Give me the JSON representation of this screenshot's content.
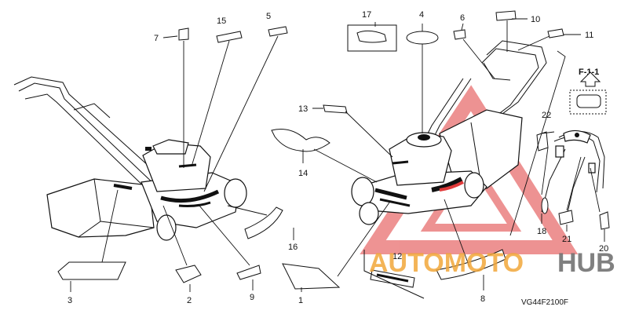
{
  "callouts": {
    "c1": "1",
    "c2": "2",
    "c3": "3",
    "c4": "4",
    "c5": "5",
    "c6": "6",
    "c7": "7",
    "c8": "8",
    "c9": "9",
    "c10": "10",
    "c11": "11",
    "c12": "12",
    "c13": "13",
    "c14": "14",
    "c15": "15",
    "c16": "16",
    "c17": "17",
    "c18": "18",
    "c20": "20",
    "c21": "21",
    "c22": "22"
  },
  "figure_ref": "F-1-1",
  "drawing_code": "VG44F2100F",
  "watermark": {
    "part1": "AUTOMOTO",
    "part2": "HUB",
    "color1": "#f2a73a",
    "color2": "#6b6b6b",
    "accent": "#e03a3a"
  }
}
